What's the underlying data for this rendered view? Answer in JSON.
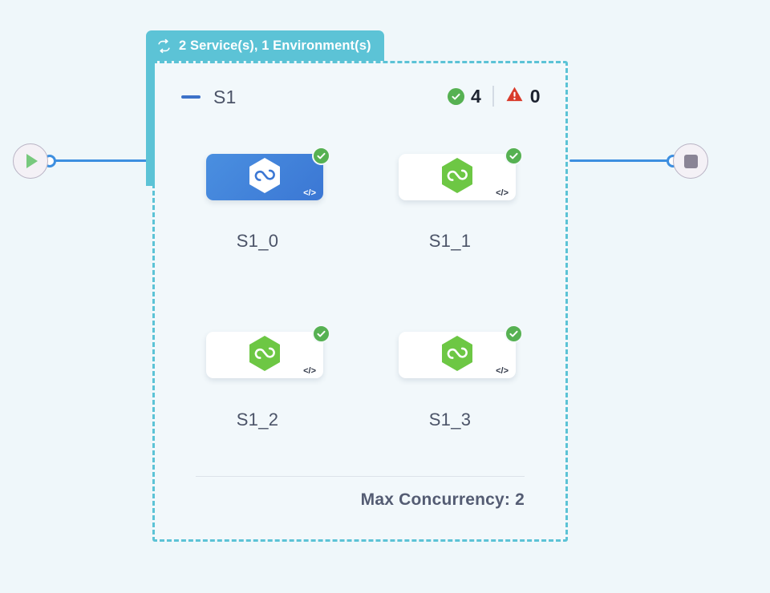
{
  "canvas": {
    "background_color": "#eff7fa",
    "accent_teal": "#5cc3d6",
    "accent_blue": "#3d8fe0",
    "status_green": "#56b152",
    "status_red": "#d93b2b"
  },
  "start_node": {
    "name": "start",
    "icon": "play-icon"
  },
  "end_node": {
    "name": "end",
    "icon": "stop-icon"
  },
  "group": {
    "header": {
      "icon": "loop-refresh-icon",
      "title": "2 Service(s), 1 Environment(s)"
    },
    "subgroup": {
      "collapse_icon": "minus-icon",
      "name": "S1"
    },
    "status": {
      "success_icon": "check-circle-icon",
      "success_count": "4",
      "warning_icon": "warning-triangle-icon",
      "warning_count": "0"
    },
    "nodes": [
      {
        "label": "S1_0",
        "state": "selected",
        "status": "ok",
        "logo": "hexagon-loop-icon",
        "code_badge": "</>"
      },
      {
        "label": "S1_1",
        "state": "plain",
        "status": "ok",
        "logo": "hexagon-loop-icon",
        "code_badge": "</>"
      },
      {
        "label": "S1_2",
        "state": "plain",
        "status": "ok",
        "logo": "hexagon-loop-icon",
        "code_badge": "</>"
      },
      {
        "label": "S1_3",
        "state": "plain",
        "status": "ok",
        "logo": "hexagon-loop-icon",
        "code_badge": "</>"
      }
    ],
    "footer": {
      "max_concurrency": "Max Concurrency: 2"
    }
  }
}
